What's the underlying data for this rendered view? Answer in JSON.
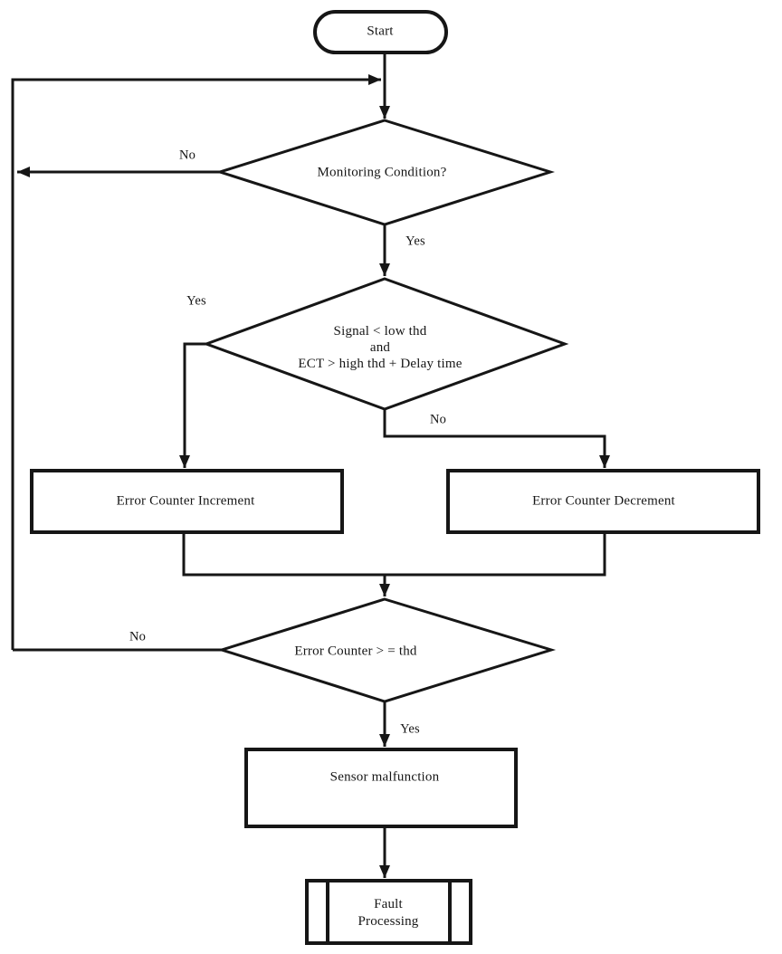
{
  "diagram": {
    "nodes": {
      "start": {
        "label": "Start"
      },
      "monitoring_condition": {
        "label": "Monitoring Condition?"
      },
      "signal_check": {
        "lines": [
          "Signal < low thd",
          "and",
          "ECT > high thd + Delay time"
        ]
      },
      "error_counter_increment": {
        "label": "Error Counter Increment"
      },
      "error_counter_decrement": {
        "label": "Error Counter Decrement"
      },
      "error_counter_threshold": {
        "label": "Error Counter > = thd"
      },
      "sensor_malfunction": {
        "label": "Sensor malfunction"
      },
      "fault_processing": {
        "lines": [
          "Fault",
          "Processing"
        ]
      }
    },
    "edge_labels": {
      "monitoring_no": "No",
      "monitoring_yes": "Yes",
      "signal_yes": "Yes",
      "signal_no": "No",
      "counter_no": "No",
      "counter_yes": "Yes"
    },
    "colors": {
      "ink": "#161616",
      "background": "#ffffff"
    }
  }
}
